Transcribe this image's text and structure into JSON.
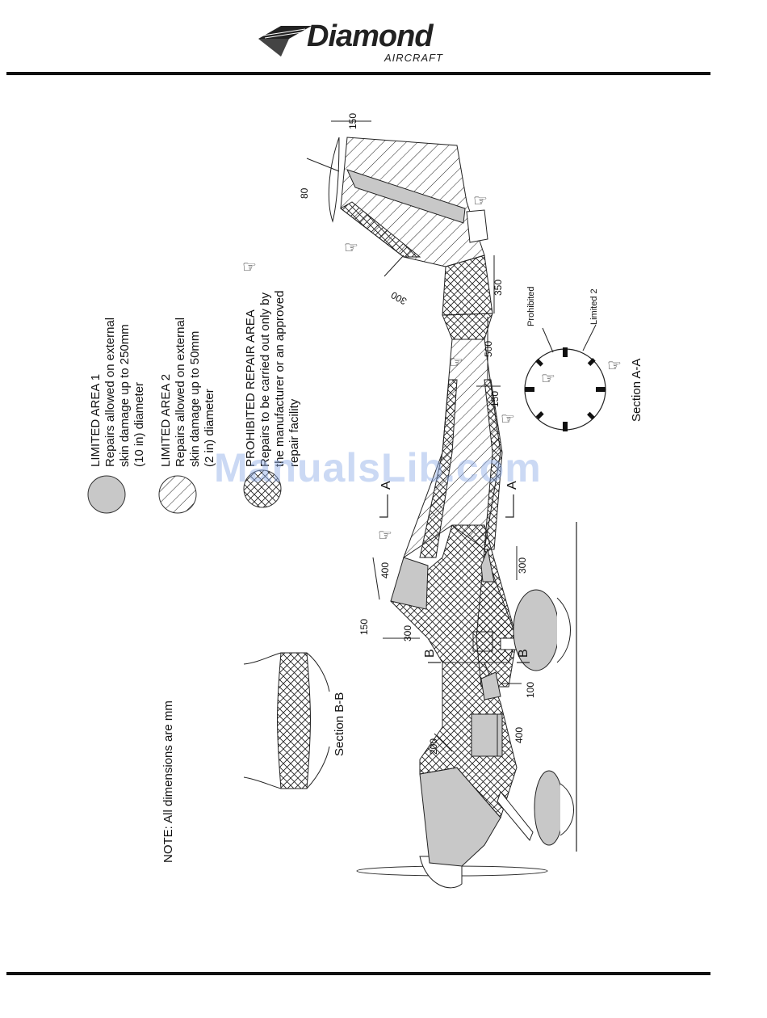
{
  "header": {
    "brand": "Diamond",
    "brand_sub": "AIRCRAFT"
  },
  "legend": {
    "limited1_title": "LIMITED AREA 1",
    "limited1_lines": [
      "Repairs allowed on external",
      "skin damage up to 250mm",
      "(10 in) diameter"
    ],
    "limited2_title": "LIMITED AREA 2",
    "limited2_lines": [
      "Repairs allowed on external",
      "skin damage up to 50mm",
      "(2 in) diameter"
    ],
    "prohibited_title": "PROHIBITED REPAIR AREA",
    "prohibited_lines": [
      "Repairs to be carried out only by",
      "the manufacturer or an approved",
      "repair facility"
    ]
  },
  "note": "NOTE: All dimensions are mm",
  "sections": {
    "bb": "Section B-B",
    "aa": "Section A-A",
    "aa_prohibited": "Prohibited",
    "aa_limited2": "Limited 2"
  },
  "markers": {
    "a": "A",
    "b": "B"
  },
  "dimensions": {
    "d150_tail": "150",
    "d80": "80",
    "d300_fin": "300",
    "d350": "350",
    "d500": "500",
    "d150_boom": "150",
    "d400_upper": "400",
    "d300_lower": "300",
    "d150_wing": "150",
    "d300_wing": "300",
    "d100": "100",
    "d400_lower": "400",
    "d200": "200"
  },
  "watermark": "ManualsLib.com",
  "colors": {
    "limited1_fill": "#c8c8c8",
    "rule": "#111111",
    "watermark": "#8caae6"
  }
}
